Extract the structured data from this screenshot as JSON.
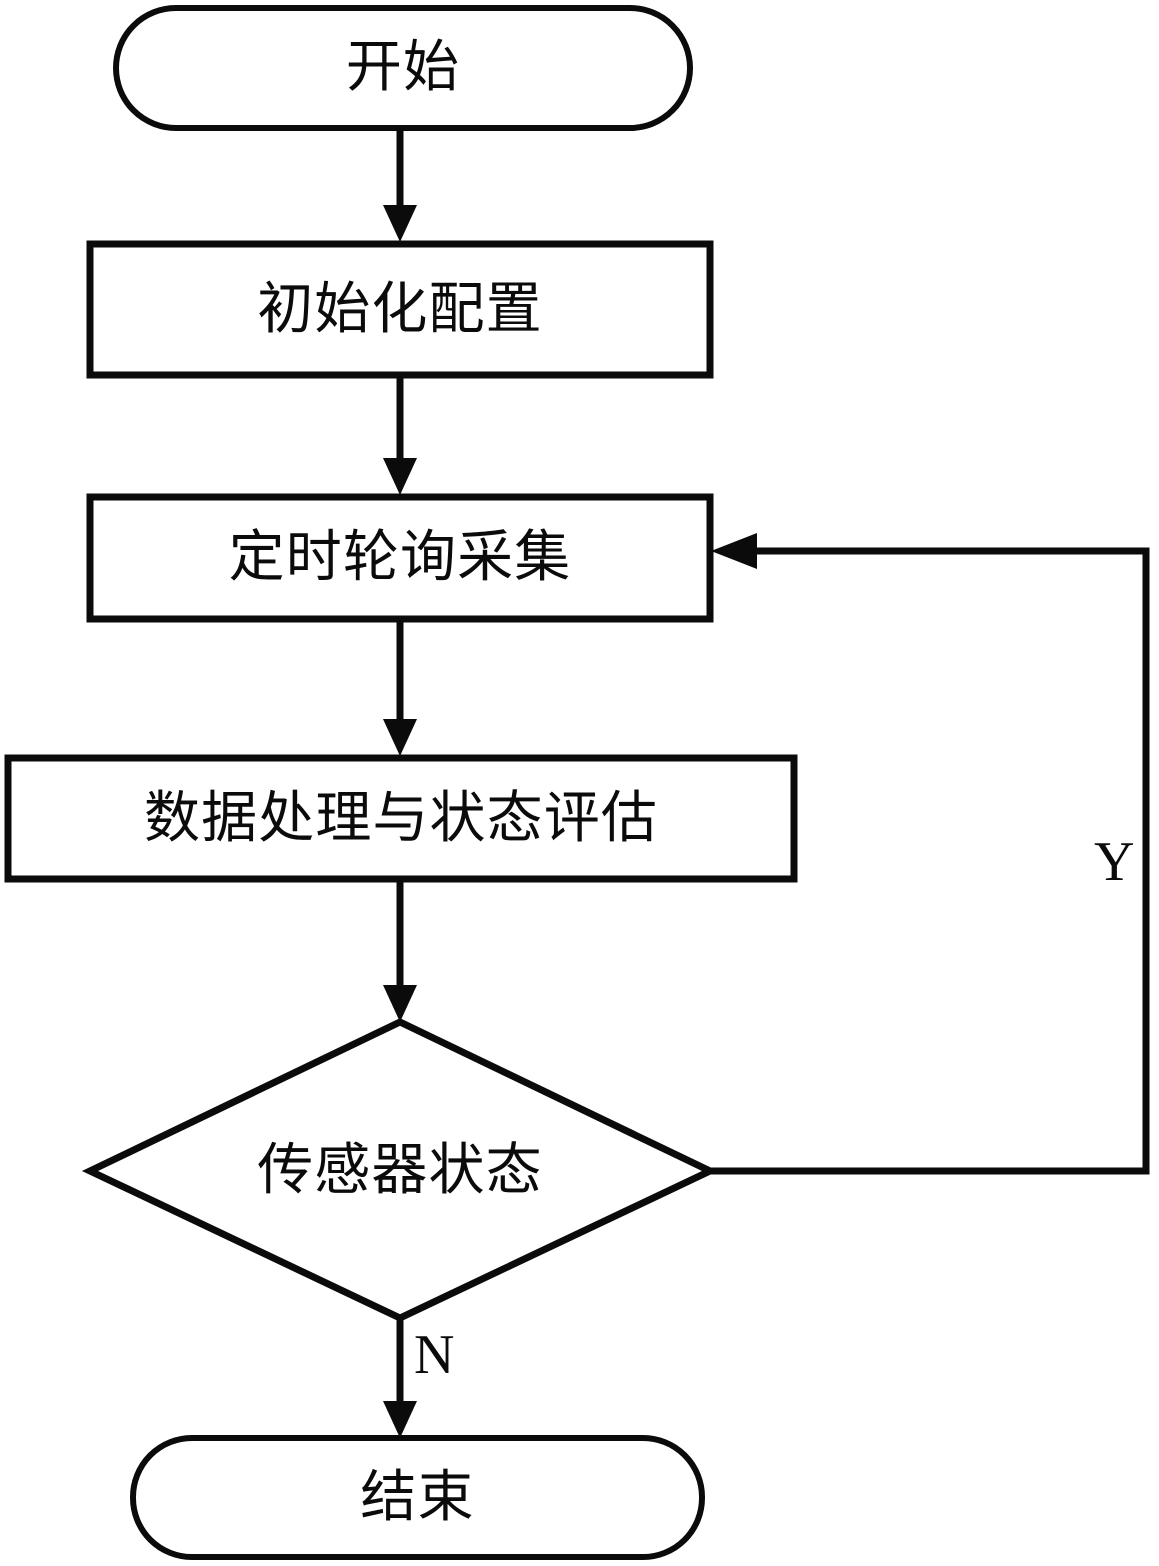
{
  "diagram": {
    "type": "flowchart",
    "orientation": "top-to-bottom",
    "language": "zh-CN",
    "background_color": "#ffffff",
    "line_color": "#0b0b0b",
    "text_color": "#0b0b0b",
    "nodes": [
      {
        "id": "start",
        "shape": "terminal",
        "label": "开始"
      },
      {
        "id": "init",
        "shape": "process",
        "label": "初始化配置"
      },
      {
        "id": "poll",
        "shape": "process",
        "label": "定时轮询采集"
      },
      {
        "id": "process",
        "shape": "process",
        "label": "数据处理与状态评估"
      },
      {
        "id": "decision",
        "shape": "decision",
        "label": "传感器状态"
      },
      {
        "id": "end",
        "shape": "terminal",
        "label": "结束"
      }
    ],
    "edges": [
      {
        "id": "start-init",
        "from": "start",
        "to": "init",
        "label": ""
      },
      {
        "id": "init-poll",
        "from": "init",
        "to": "poll",
        "label": ""
      },
      {
        "id": "poll-process",
        "from": "poll",
        "to": "process",
        "label": ""
      },
      {
        "id": "process-decision",
        "from": "process",
        "to": "decision",
        "label": ""
      },
      {
        "id": "decision-poll-yes",
        "from": "decision",
        "to": "poll",
        "label": "Y"
      },
      {
        "id": "decision-end-no",
        "from": "decision",
        "to": "end",
        "label": "N"
      }
    ]
  }
}
